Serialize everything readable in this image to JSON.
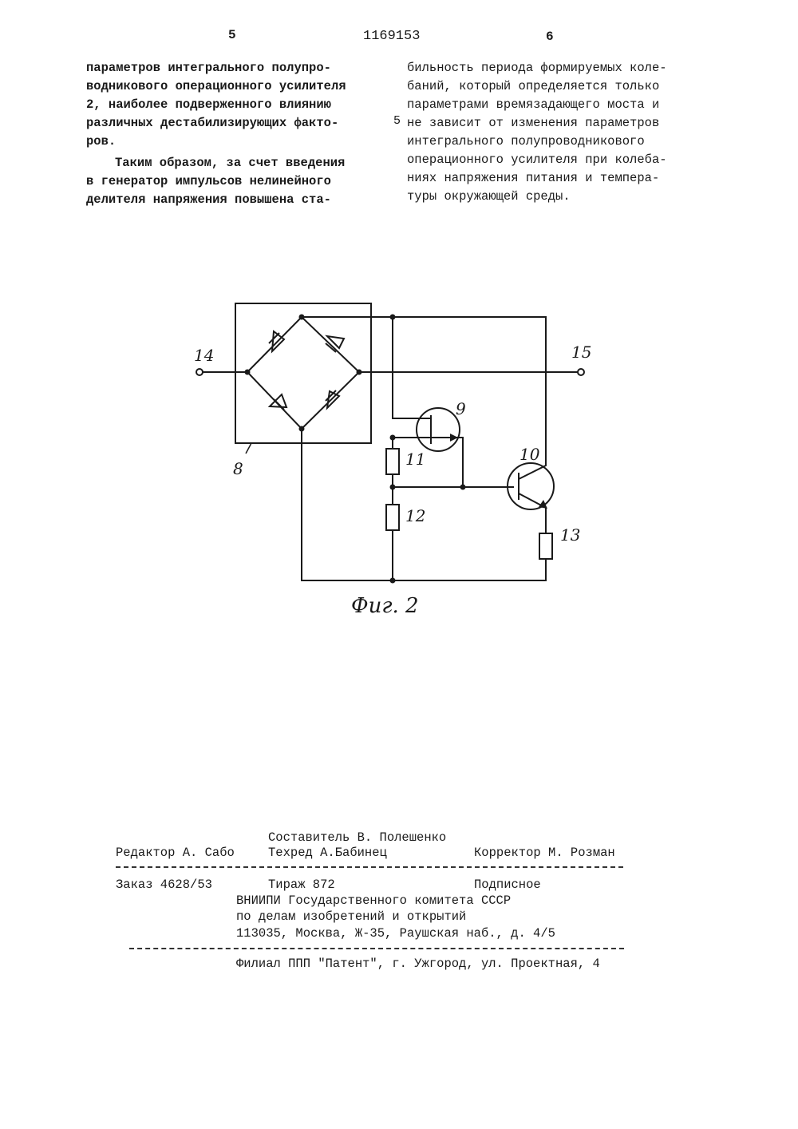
{
  "header": {
    "left_page_number": "5",
    "patent_number": "1169153",
    "right_page_number": "6"
  },
  "left_column": {
    "lines": [
      "параметров интегрального полупро-",
      "водникового операционного усилителя",
      "2, наиболее подверженного влиянию",
      "различных дестабилизирующих факто-",
      "ров."
    ],
    "paragraph2": [
      "Таким образом, за счет введения",
      "в генератор импульсов нелинейного",
      "делителя напряжения повышена ста-"
    ]
  },
  "right_column": {
    "lines": [
      "бильность периода формируемых коле-",
      "баний, который определяется только",
      "параметрами времязадающего моста и",
      "не зависит от изменения параметров",
      "интегрального полупроводникового",
      "операционного усилителя при колеба-",
      "ниях напряжения питания и темпера-",
      "туры окружающей среды."
    ],
    "line_marker": "5"
  },
  "figure": {
    "caption": "Фиг. 2",
    "labels": {
      "terminal_14": "14",
      "terminal_15": "15",
      "bridge_8": "8",
      "fet_9": "9",
      "transistor_10": "10",
      "resistor_11": "11",
      "resistor_12": "12",
      "resistor_13": "13"
    }
  },
  "imprint": {
    "compiler": "Составитель В. Полешенко",
    "editor": "Редактор А. Сабо",
    "techred": "Техред А.Бабинец",
    "corrector": "Корректор М. Розман",
    "order": "Заказ 4628/53",
    "circulation": "Тираж 872",
    "subscription": "Подписное",
    "org_line1": "ВНИИПИ Государственного комитета СССР",
    "org_line2": "по делам изобретений и открытий",
    "address": "113035, Москва, Ж-35, Раушская наб., д. 4/5",
    "branch": "Филиал ППП \"Патент\", г. Ужгород, ул. Проектная, 4"
  }
}
